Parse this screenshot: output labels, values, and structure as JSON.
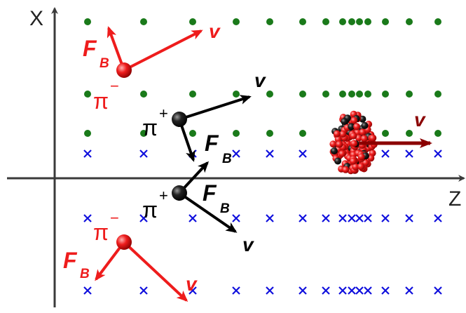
{
  "axes": {
    "x_label": "X",
    "z_label": "Z"
  },
  "particles": {
    "pi_minus_top": {
      "label": "π",
      "charge": "−",
      "velocity_label": "v",
      "force_label": "F",
      "force_sub": "B"
    },
    "pi_plus_upper": {
      "label": "π",
      "charge": "+",
      "velocity_label": "v",
      "force_label": "F",
      "force_sub": "B"
    },
    "pi_plus_lower": {
      "label": "π",
      "charge": "+",
      "velocity_label": "v",
      "force_label": "F",
      "force_sub": "B"
    },
    "pi_minus_bottom": {
      "label": "π",
      "charge": "−",
      "velocity_label": "v",
      "force_label": "F",
      "force_sub": "B"
    },
    "nucleus": {
      "velocity_label": "v"
    }
  },
  "field": {
    "out_of_page_marker": "dot",
    "into_page_marker": "cross"
  },
  "colors": {
    "axis": "#3a3a3a",
    "pi_minus": "#ee1c1c",
    "pi_plus": "#000000",
    "nucleus_arrow": "#8b0000",
    "dot": "#1a7a1a",
    "cross": "#1010dd"
  }
}
